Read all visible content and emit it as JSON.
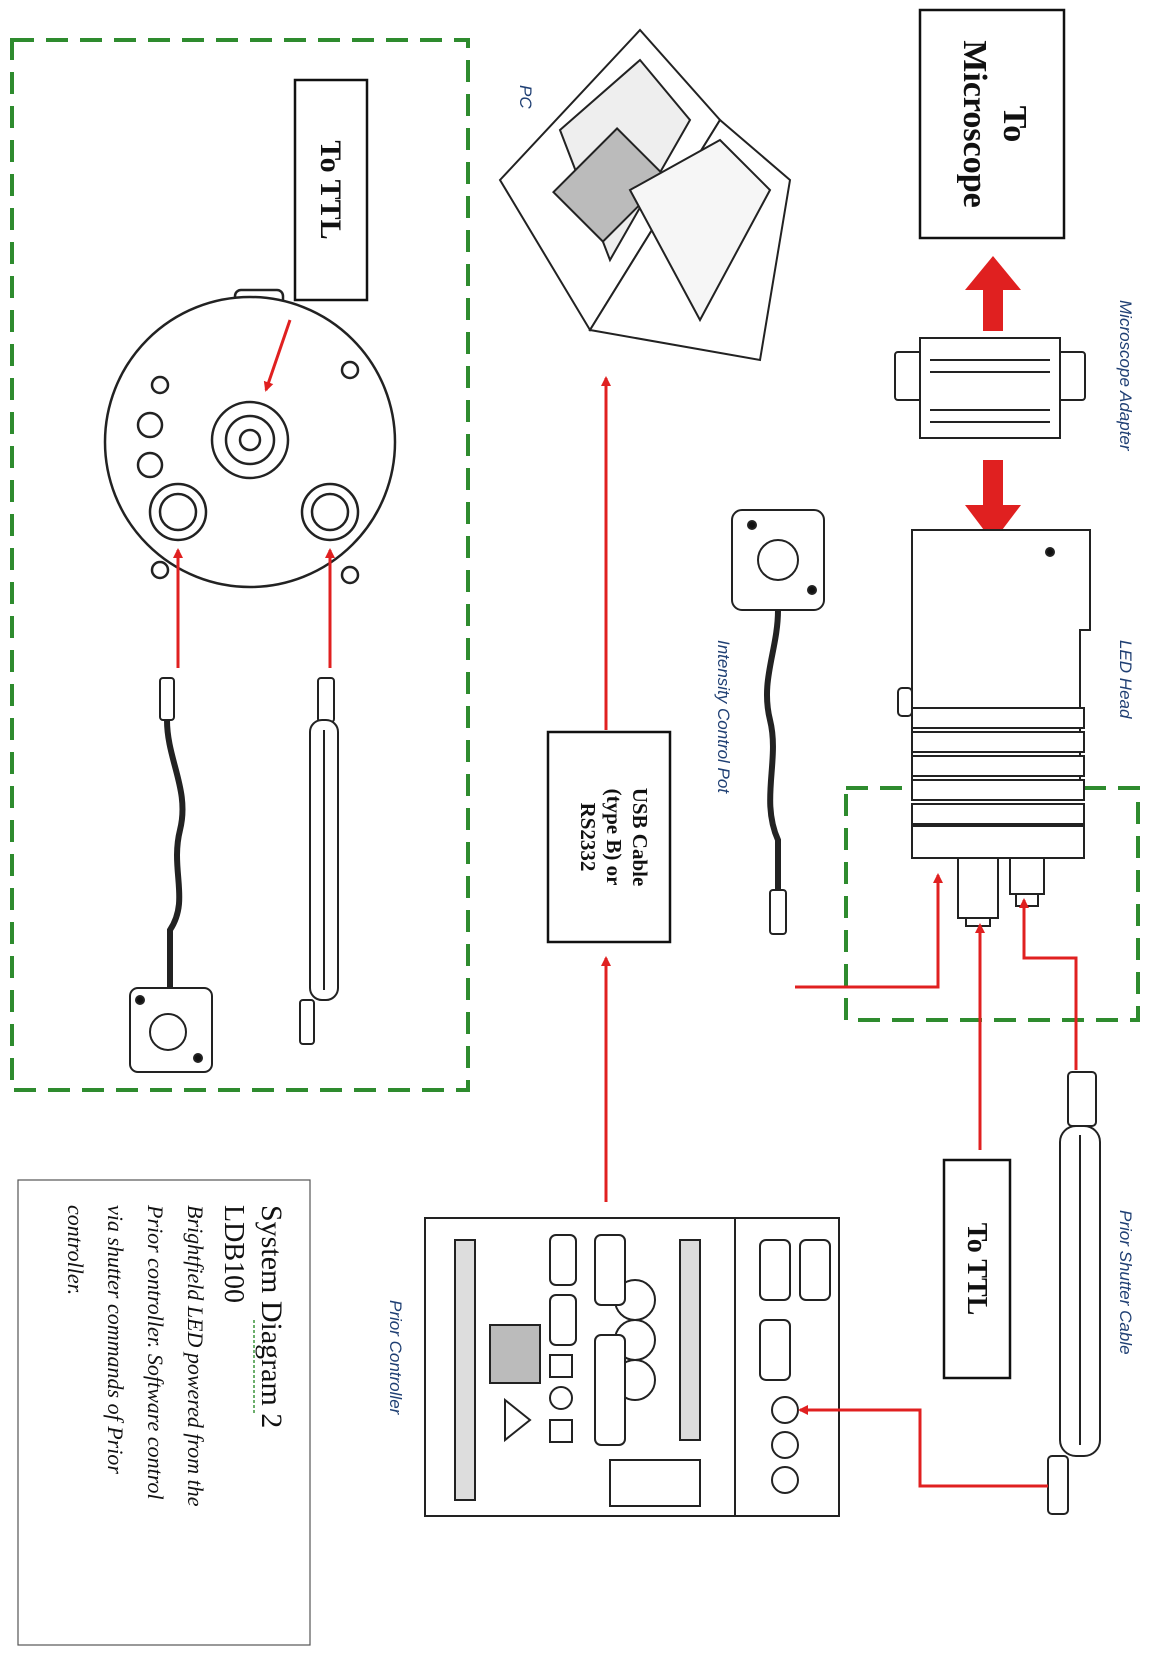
{
  "diagram": {
    "boxes": {
      "to_microscope": [
        "To",
        "Microscope"
      ],
      "to_ttl_top": "To TTL",
      "to_ttl_right": "To TTL",
      "usb_cable": [
        "USB Cable",
        "(type B) or",
        "RS2332"
      ]
    },
    "labels": {
      "pc": "PC",
      "microscope_adapter": "Microscope Adapter",
      "led_head": "LED Head",
      "intensity_control_pot": "Intensity Control Pot",
      "prior_shutter_cable": "Prior Shutter Cable",
      "prior_controller": "Prior Controller"
    },
    "caption": {
      "title": "System Diagram 2",
      "model": "LDB100",
      "description": [
        "Brightfield LED powered from the",
        "Prior controller. Software control",
        "via shutter commands of Prior",
        "controller."
      ]
    },
    "colors": {
      "arrow": "#e02020",
      "dashed_box": "#2e8b2e",
      "label": "#1f3f73"
    }
  }
}
